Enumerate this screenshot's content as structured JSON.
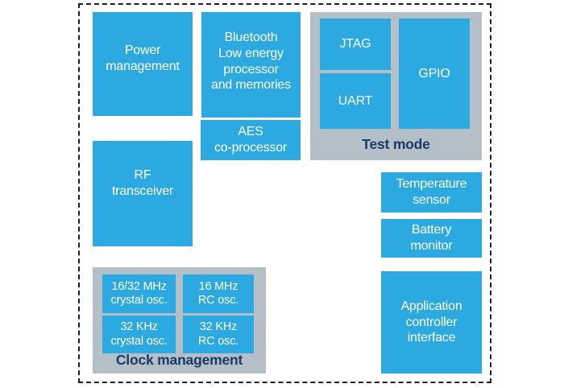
{
  "colors": {
    "block_blue": "#2BA9E0",
    "container_gray": "#B4BFC8",
    "label_navy": "#1A3A68",
    "frame_dash_black": "#1F1F1F",
    "block_text_white": "#FFFFFF"
  },
  "blocks": {
    "power_management": {
      "label": "Power\nmanagement"
    },
    "ble_processor": {
      "label": "Bluetooth\nLow energy\nprocessor\nand memories"
    },
    "aes_coprocessor": {
      "label": "AES\nco-processor"
    },
    "rf_transceiver": {
      "label": "RF\ntransceiver"
    },
    "temperature_sensor": {
      "label": "Temperature\nsensor"
    },
    "battery_monitor": {
      "label": "Battery\nmonitor"
    },
    "application_controller_interface": {
      "label": "Application\ncontroller\ninterface"
    }
  },
  "test_mode": {
    "label": "Test mode",
    "blocks": {
      "jtag": {
        "label": "JTAG"
      },
      "uart": {
        "label": "UART"
      },
      "gpio": {
        "label": "GPIO"
      }
    }
  },
  "clock_management": {
    "label": "Clock management",
    "blocks": {
      "crystal_16_32_mhz": {
        "label": "16/32 MHz\ncrystal osc."
      },
      "rc_16_mhz": {
        "label": "16 MHz\nRC osc."
      },
      "crystal_32_khz": {
        "label": "32 KHz\ncrystal osc."
      },
      "rc_32_khz": {
        "label": "32 KHz\nRC osc."
      }
    }
  }
}
